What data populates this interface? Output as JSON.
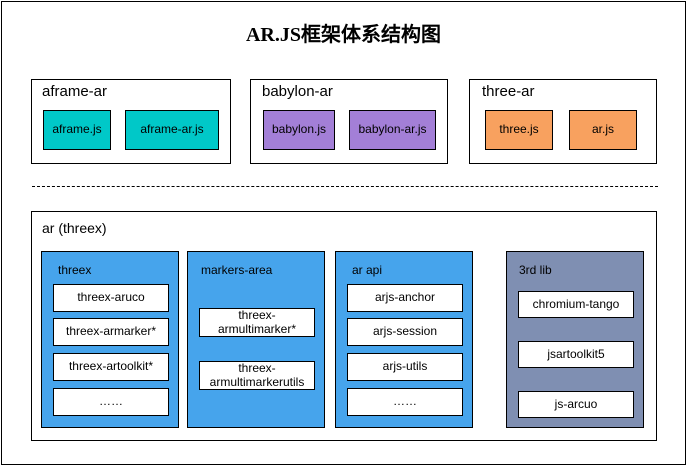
{
  "title": "AR.JS框架体系结构图",
  "groups": {
    "aframe": {
      "label": "aframe-ar",
      "items": [
        "aframe.js",
        "aframe-ar.js"
      ]
    },
    "babylon": {
      "label": "babylon-ar",
      "items": [
        "babylon.js",
        "babylon-ar.js"
      ]
    },
    "three": {
      "label": "three-ar",
      "items": [
        "three.js",
        "ar.js"
      ]
    }
  },
  "ar": {
    "label": "ar (threex)",
    "panels": {
      "threex": {
        "label": "threex",
        "items": [
          "threex-aruco",
          "threex-armarker*",
          "threex-artoolkit*",
          "……"
        ]
      },
      "markers": {
        "label": "markers-area",
        "items": [
          "threex-armultimarker*",
          "threex-armultimarkerutils"
        ]
      },
      "arapi": {
        "label": "ar api",
        "items": [
          "arjs-anchor",
          "arjs-session",
          "arjs-utils",
          "……"
        ]
      },
      "thirdlib": {
        "label": "3rd lib",
        "items": [
          "chromium-tango",
          "jsartoolkit5",
          "js-arcuo"
        ]
      }
    }
  },
  "colors": {
    "aframe_box": "#00c8c8",
    "babylon_box": "#a37fd7",
    "three_box": "#f8a15f",
    "panel_blue": "#46a4ec",
    "panel_gray": "#7f8fb2"
  }
}
